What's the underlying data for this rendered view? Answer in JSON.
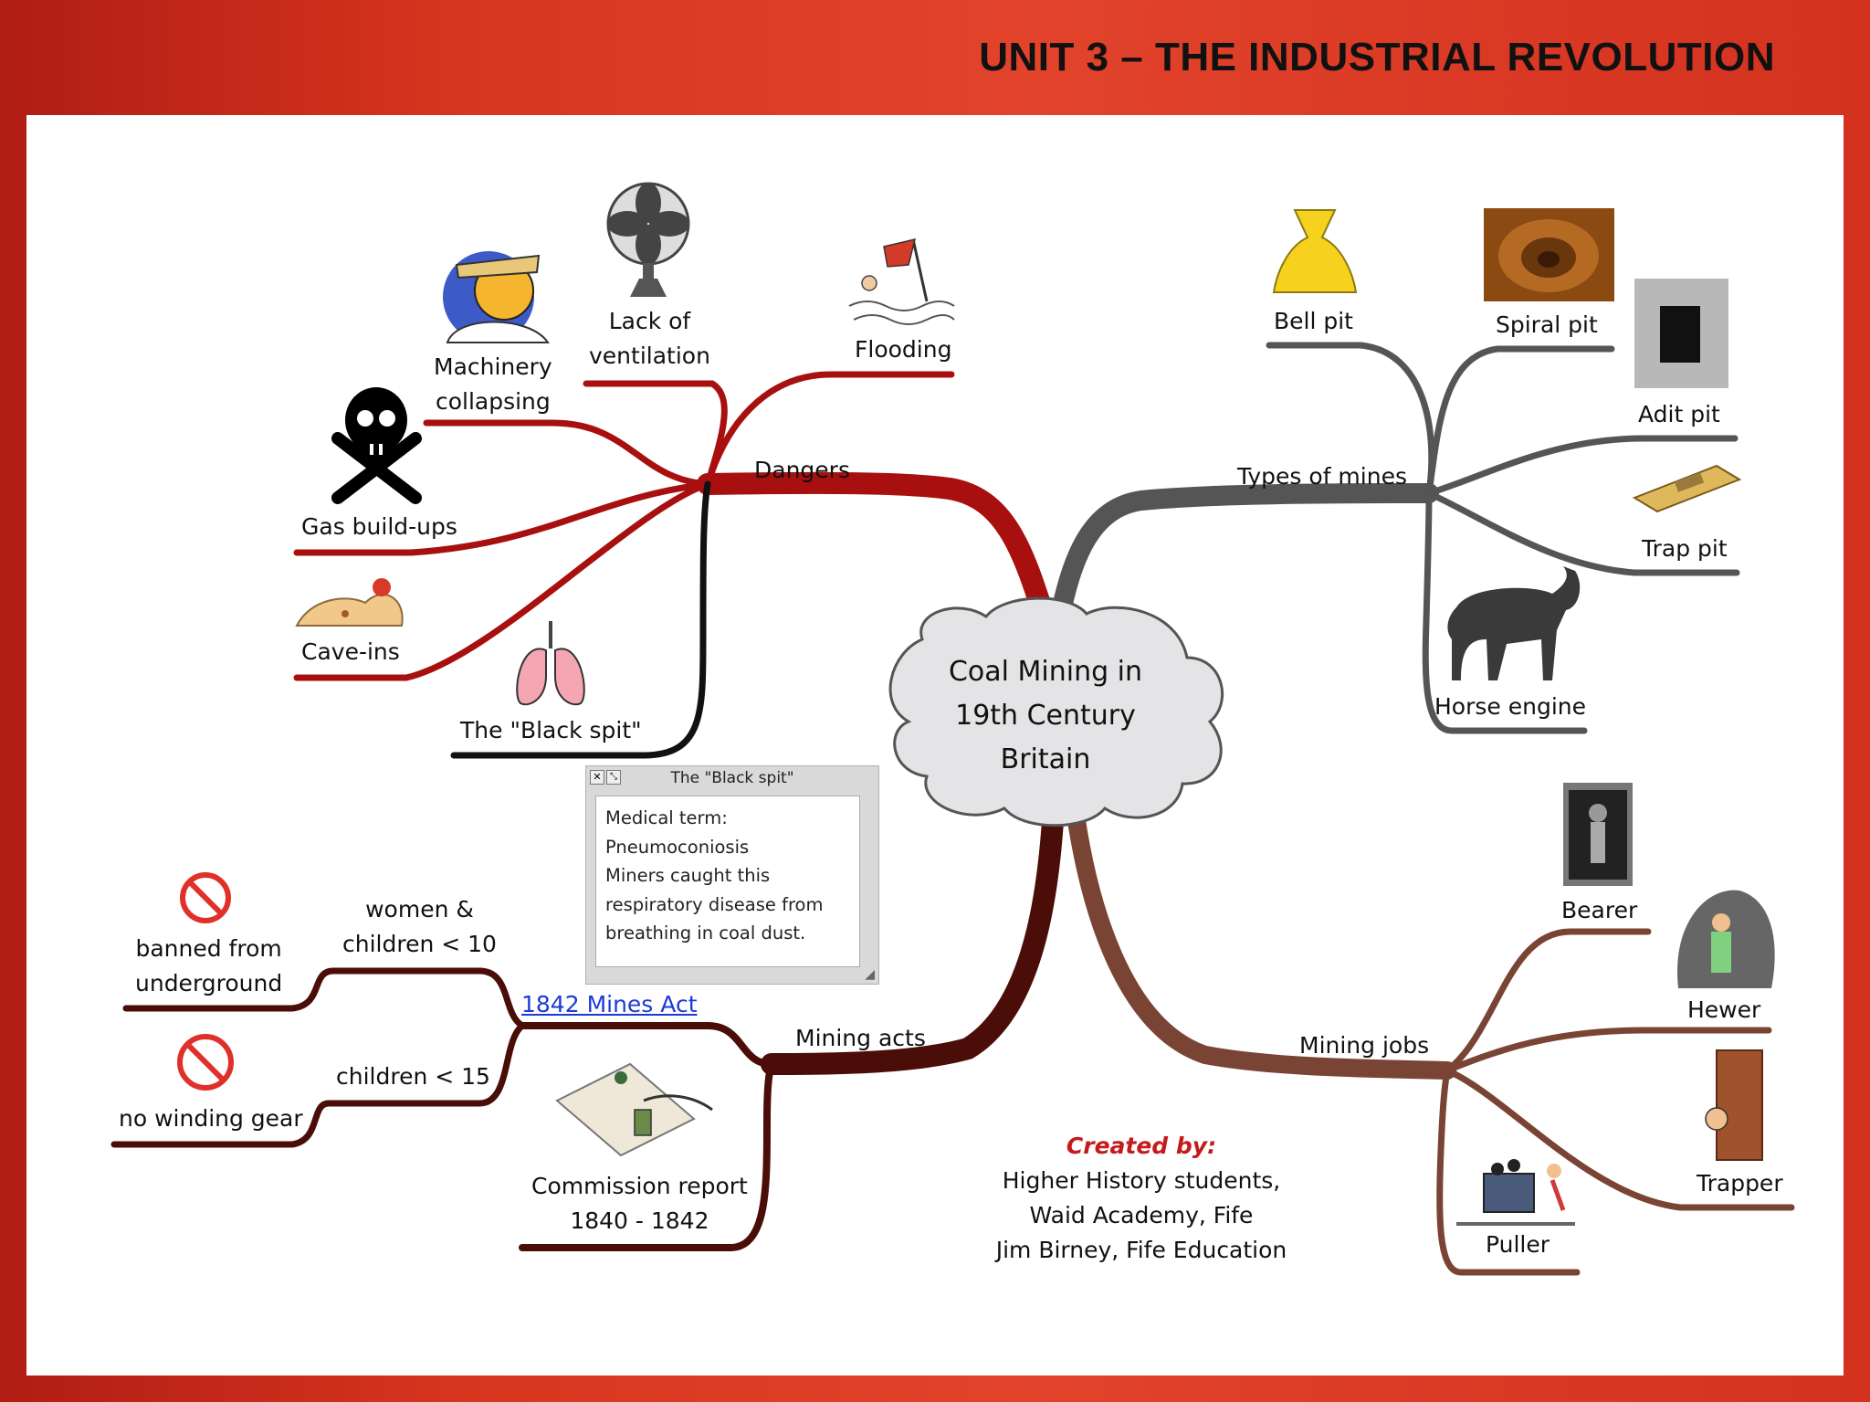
{
  "header": {
    "title": "UNIT 3 – THE INDUSTRIAL REVOLUTION"
  },
  "center": {
    "lines": [
      "Coal Mining in",
      "19th Century",
      "Britain"
    ]
  },
  "branches": {
    "dangers": {
      "label": "Dangers",
      "color": "#a80f0f",
      "items": {
        "machinery": [
          "Machinery",
          "collapsing"
        ],
        "ventilation": [
          "Lack of",
          "ventilation"
        ],
        "flooding": "Flooding",
        "gas": "Gas build-ups",
        "cavein": "Cave-ins",
        "blackspit": "The \"Black spit\""
      }
    },
    "types": {
      "label": "Types of mines",
      "color": "#555555",
      "items": {
        "bell": "Bell pit",
        "spiral": "Spiral pit",
        "adit": "Adit pit",
        "trap": "Trap pit",
        "horse": "Horse engine"
      }
    },
    "acts": {
      "label": "Mining acts",
      "color": "#4a0d08",
      "link": "1842 Mines Act",
      "items": {
        "women": [
          "women &",
          "children < 10"
        ],
        "banned": [
          "banned from",
          "underground"
        ],
        "children15": "children < 15",
        "winding": "no winding gear",
        "commission": [
          "Commission report",
          "1840 - 1842"
        ]
      }
    },
    "jobs": {
      "label": "Mining jobs",
      "color": "#7a4434",
      "items": {
        "bearer": "Bearer",
        "hewer": "Hewer",
        "trapper": "Trapper",
        "puller": "Puller"
      }
    }
  },
  "note": {
    "title": "The \"Black spit\"",
    "body": "Medical term:\nPneumoconiosis\nMiners caught this\nrespiratory disease from\nbreathing in coal dust."
  },
  "credits": {
    "heading": "Created by:",
    "lines": [
      "Higher History students,",
      "Waid Academy, Fife",
      "Jim Birney, Fife Education"
    ]
  }
}
